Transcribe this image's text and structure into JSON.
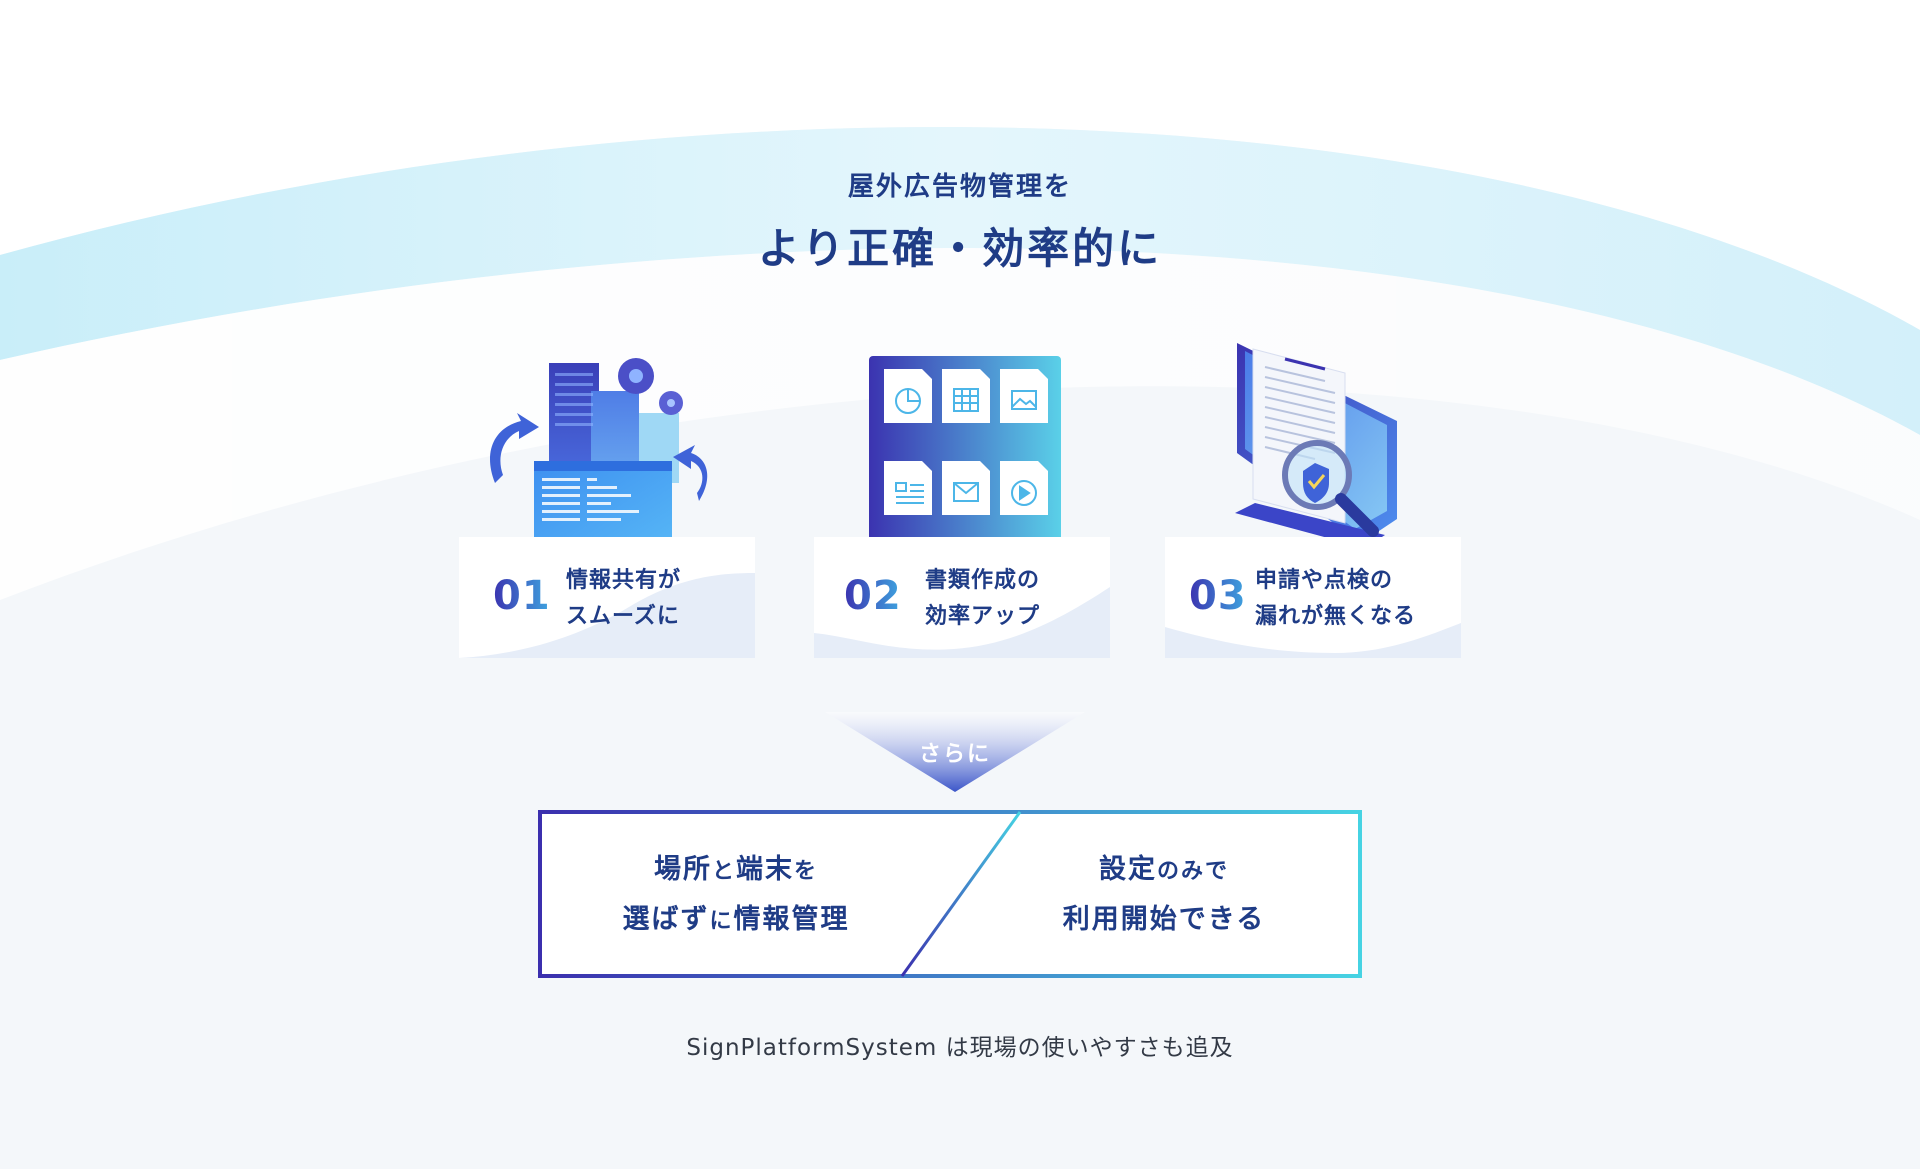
{
  "heading": {
    "subtitle": "屋外広告物管理を",
    "title": "より正確・効率的に"
  },
  "features": [
    {
      "number": "01",
      "line1": "情報共有が",
      "line2": "スムーズに"
    },
    {
      "number": "02",
      "line1": "書類作成の",
      "line2": "効率アップ"
    },
    {
      "number": "03",
      "line1": "申請や点検の",
      "line2": "漏れが無くなる"
    }
  ],
  "transition": {
    "label": "さらに"
  },
  "combined": {
    "left": {
      "a": "場所",
      "b": "と",
      "c": "端末",
      "d": "を",
      "e": "選ばず",
      "f": "に",
      "g": "情報管理"
    },
    "right": {
      "a": "設定",
      "b": "のみで",
      "c": "利用開始できる"
    }
  },
  "footer": {
    "text": "SignPlatformSystem は現場の使いやすさも追及"
  },
  "colors": {
    "navy": "#1f3c86",
    "gradient_start": "#3b33b0",
    "gradient_end": "#46d3e3",
    "arc_light": "#dff4fb"
  }
}
